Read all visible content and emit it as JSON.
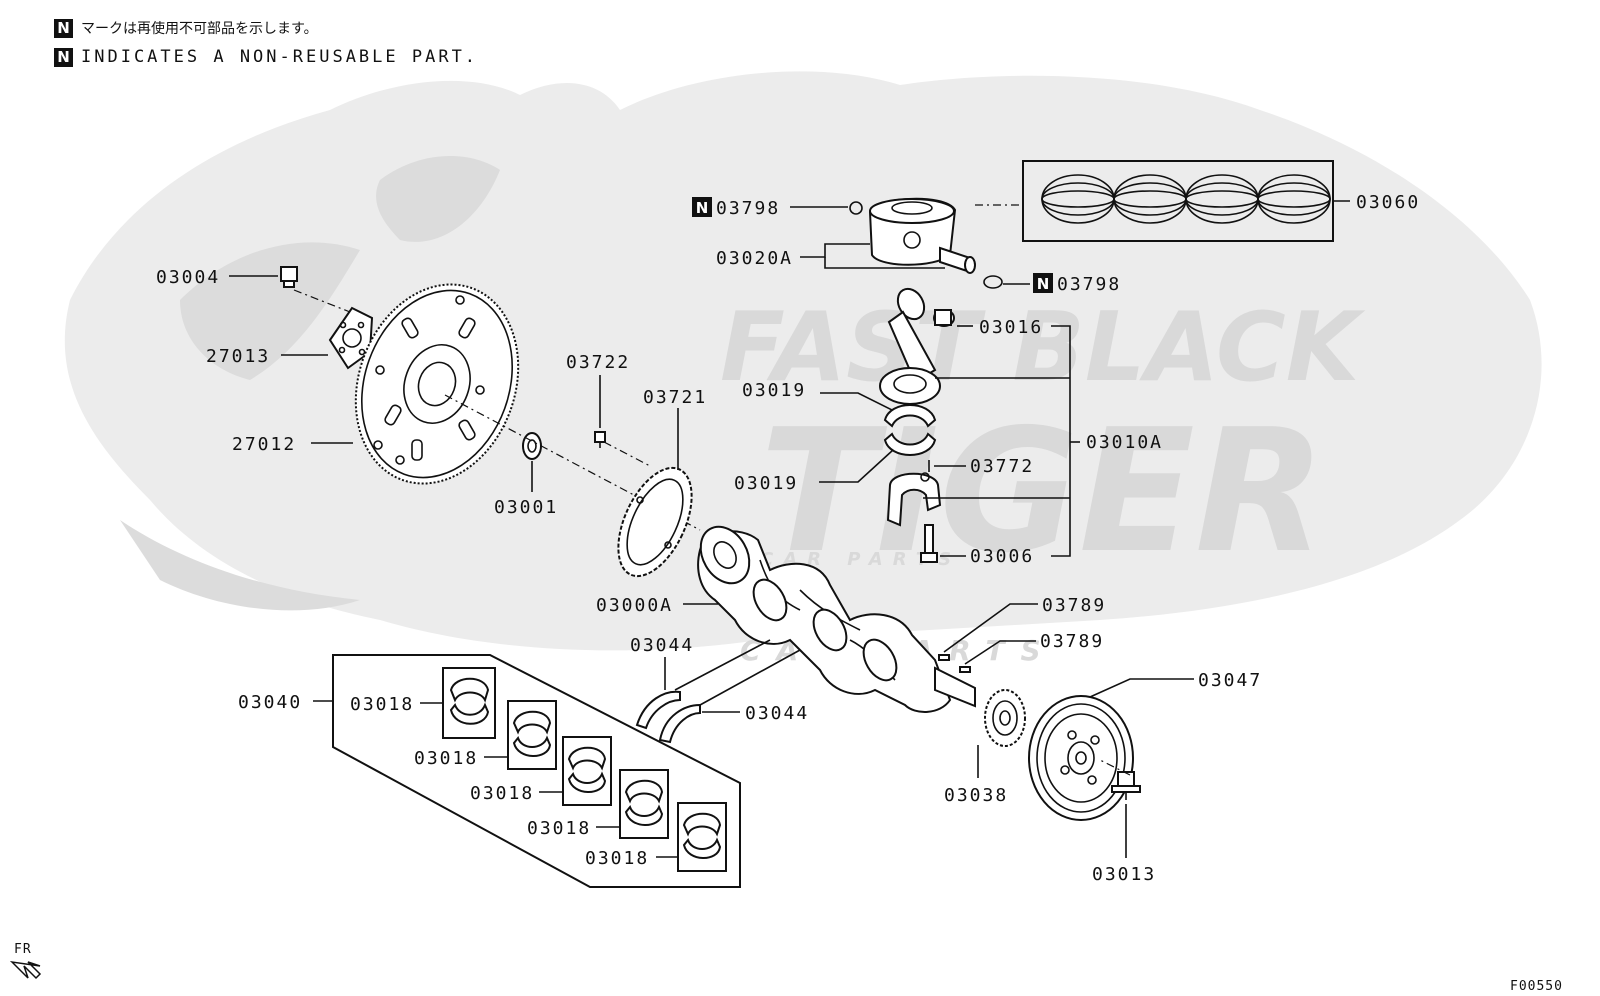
{
  "legend": {
    "jp_note": "マークは再使用不可部品を示します。",
    "en_note": "INDICATES A NON-REUSABLE PART.",
    "mark": "N"
  },
  "watermark": {
    "brand_line1": "FAST BLACK",
    "brand_line2": "TIGER",
    "sub": "CAR PARTS"
  },
  "parts": {
    "p03060": "03060",
    "p03798a": "03798",
    "p03798b": "03798",
    "p03020A": "03020A",
    "p03004": "03004",
    "p27013": "27013",
    "p27012": "27012",
    "p03001": "03001",
    "p03722": "03722",
    "p03721": "03721",
    "p03016": "03016",
    "p03019a": "03019",
    "p03019b": "03019",
    "p03772": "03772",
    "p03010A": "03010A",
    "p03006": "03006",
    "p03000A": "03000A",
    "p03789a": "03789",
    "p03789b": "03789",
    "p03044a": "03044",
    "p03044b": "03044",
    "p03047": "03047",
    "p03040": "03040",
    "p03018a": "03018",
    "p03018b": "03018",
    "p03018c": "03018",
    "p03018d": "03018",
    "p03018e": "03018",
    "p03038": "03038",
    "p03013": "03013"
  },
  "direction_label": "FR",
  "figure_code": "F00550",
  "colors": {
    "ink": "#111111",
    "watermark": "#d9d9d9",
    "background": "#ffffff"
  }
}
